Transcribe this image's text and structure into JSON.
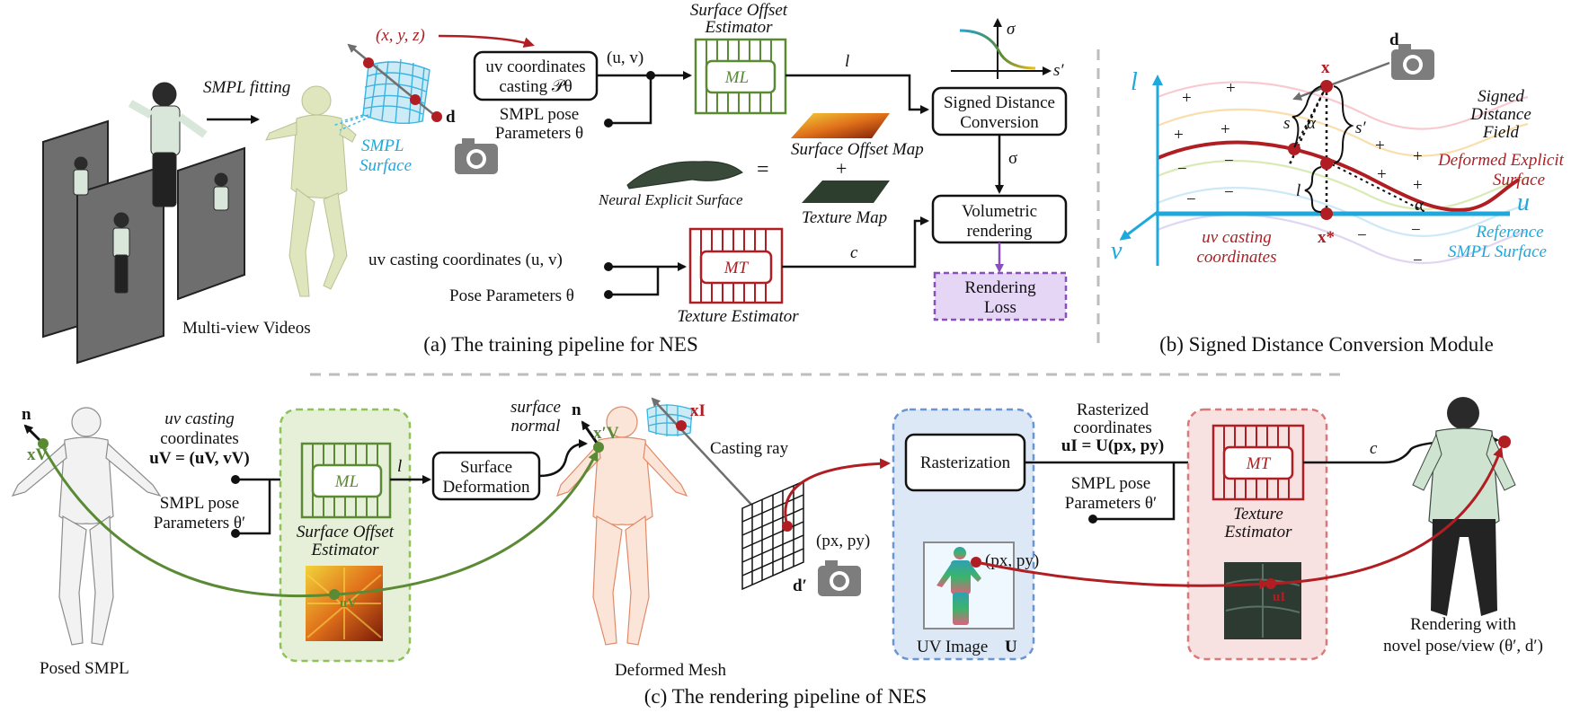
{
  "colors": {
    "green": "#5a8a34",
    "red": "#b01e23",
    "blue": "#1ea8dc",
    "purple": "#8a4fbf",
    "dark": "#111111",
    "gray": "#6f6f6f",
    "green_panel": "#e6f0d8",
    "blue_panel": "#dde8f6",
    "red_panel": "#f7e1e1",
    "loss_fill": "#e6d6f5"
  },
  "training": {
    "caption": "(a) The training pipeline for NES",
    "smpl_fitting": "SMPL fitting",
    "multiview": "Multi-view Videos",
    "smpl_surface_1": "SMPL",
    "smpl_surface_2": "Surface",
    "xyz": "(x, y, z)",
    "d": "d",
    "uv_cast_1": "uv coordinates",
    "uv_cast_2": "casting 𝒫θ",
    "uv": "(u, v)",
    "smpl_pose_1": "SMPL pose",
    "smpl_pose_2": "Parameters θ",
    "surface_offset_title_1": "Surface Offset",
    "surface_offset_title_2": "Estimator",
    "ml": "ML",
    "l": "l",
    "sdc_1": "Signed Distance",
    "sdc_2": "Conversion",
    "sigma": "σ",
    "sigma_axis": "σ",
    "s_prime": "s′",
    "surface_offset_map": "Surface Offset Map",
    "equals": "=",
    "plus": "+",
    "texture_map": "Texture Map",
    "neural_explicit": "Neural Explicit Surface",
    "vol_1": "Volumetric",
    "vol_2": "rendering",
    "uv_casting_coords": "uv casting coordinates (u, v)",
    "pose_params": "Pose Parameters θ",
    "mt": "MT",
    "c": "c",
    "texture_estimator": "Texture Estimator",
    "loss_1": "Rendering",
    "loss_2": "Loss"
  },
  "sdc_module": {
    "caption": "(b) Signed Distance Conversion Module",
    "l_axis": "l",
    "u_axis": "u",
    "v_axis": "v",
    "d": "d",
    "x": "x",
    "x_star": "x*",
    "s": "s",
    "s_prime": "s′",
    "alpha": "α",
    "l": "l",
    "plus": "+",
    "minus": "−",
    "sdf_1": "Signed",
    "sdf_2": "Distance",
    "sdf_3": "Field",
    "def_1": "Deformed Explicit",
    "def_2": "Surface",
    "ref_1": "Reference",
    "ref_2": "SMPL Surface",
    "uvcast_1": "uv casting",
    "uvcast_2": "coordinates"
  },
  "rendering": {
    "caption": "(c) The rendering pipeline of NES",
    "n": "n",
    "xv": "xV",
    "posed_smpl": "Posed SMPL",
    "uv_cast_1": "uv casting",
    "uv_cast_2": "coordinates",
    "uv_cast_3": "uV = (uV, vV)",
    "smpl_pose_1": "SMPL pose",
    "smpl_pose_2": "Parameters θ′",
    "ml": "ML",
    "l": "l",
    "soe_1": "Surface Offset",
    "soe_2": "Estimator",
    "uv_marker": "uV",
    "surf_def_1": "Surface",
    "surf_def_2": "Deformation",
    "surface_normal_1": "surface",
    "surface_normal_2": "normal",
    "n2": "n",
    "xv_prime": "x′V",
    "xi": "xI",
    "deformed_mesh": "Deformed Mesh",
    "casting_ray": "Casting ray",
    "pxpy": "(px, py)",
    "d_prime": "d′",
    "rasterization": "Rasterization",
    "uv_image_1": "UV Image ",
    "uv_image_2": "U",
    "pxpy2": "(px, py)",
    "rast_coords_1": "Rasterized",
    "rast_coords_2": "coordinates",
    "rast_coords_3": "uI = U(px, py)",
    "smpl_pose2_1": "SMPL pose",
    "smpl_pose2_2": "Parameters θ′",
    "mt": "MT",
    "c": "c",
    "tex_est_1": "Texture",
    "tex_est_2": "Estimator",
    "ui_marker": "uI",
    "rendering_1": "Rendering with",
    "rendering_2": "novel pose/view (θ′, d′)"
  }
}
